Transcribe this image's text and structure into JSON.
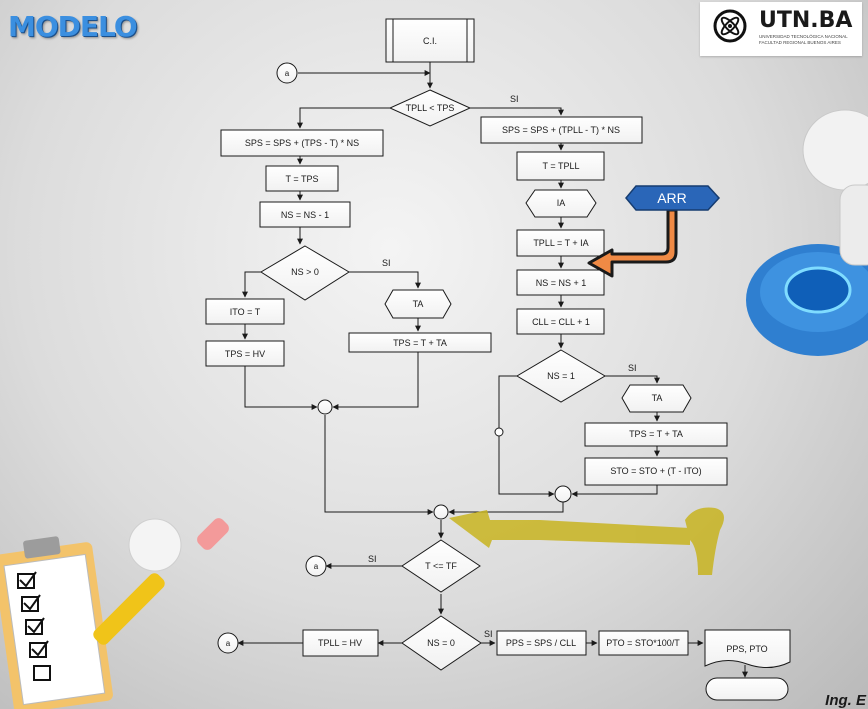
{
  "title": "MODELO",
  "logo": {
    "name": "UTN.BA",
    "subtitle_line1": "UNIVERSIDAD TECNOLÓGICA NACIONAL",
    "subtitle_line2": "FACULTAD REGIONAL BUENOS AIRES",
    "icon": "atom-icon"
  },
  "corner_text": "Ing. E",
  "nodes": {
    "ci": "C.I.",
    "tpll_lt_tps": "TPLL < TPS",
    "sps_left": "SPS = SPS + (TPS - T) * NS",
    "t_tps": "T = TPS",
    "ns_minus": "NS = NS - 1",
    "ns_gt_0": "NS > 0",
    "ito_t": "ITO = T",
    "tps_hv": "TPS = HV",
    "ta_left": "TA",
    "tps_t_ta_left": "TPS = T + TA",
    "sps_right": "SPS = SPS + (TPLL - T) * NS",
    "t_tpll": "T = TPLL",
    "ia": "IA",
    "tpll_t_ia": "TPLL = T + IA",
    "ns_plus": "NS = NS + 1",
    "cll_plus": "CLL = CLL + 1",
    "ns_eq_1": "NS = 1",
    "ta_right": "TA",
    "tps_t_ta_right": "TPS = T + TA",
    "sto_update": "STO = STO + (T - ITO)",
    "t_le_tf": "T <= TF",
    "ns_eq_0": "NS = 0",
    "tpll_hv": "TPLL = HV",
    "pps": "PPS = SPS / CLL",
    "pto": "PTO = STO*100/T",
    "output": "PPS, PTO",
    "connector_a": "a"
  },
  "si_label": "SI",
  "arr_label": "ARR",
  "colors": {
    "arr_fill": "#2a66b8",
    "arr_arrow": "#f08a45",
    "yellow_arrow": "#c8b420",
    "title_blue": "#3b8fe0"
  }
}
